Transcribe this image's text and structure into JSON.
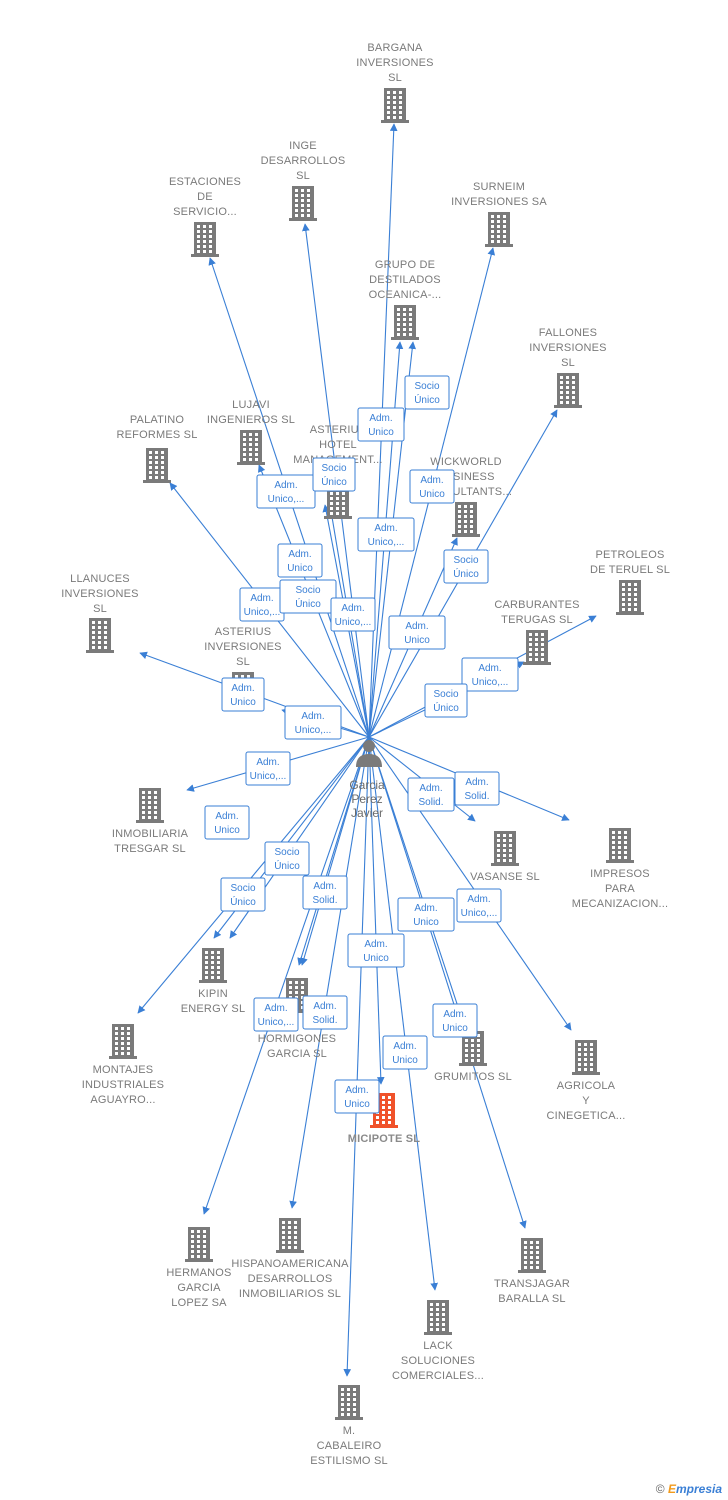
{
  "colors": {
    "edge": "#3a7fd5",
    "building": "#7a7a7a",
    "highlight": "#f0522a"
  },
  "person": {
    "name": [
      "Garcia",
      "Perez",
      "Javier"
    ],
    "icon": "person-icon"
  },
  "companies": [
    {
      "id": "bargana",
      "lines": [
        "BARGANA",
        "INVERSIONES",
        "SL"
      ]
    },
    {
      "id": "inge",
      "lines": [
        "INGE",
        "DESARROLLOS",
        "SL"
      ]
    },
    {
      "id": "estaciones",
      "lines": [
        "ESTACIONES",
        "DE",
        "SERVICIO..."
      ]
    },
    {
      "id": "surneim",
      "lines": [
        "SURNEIM",
        "INVERSIONES SA"
      ]
    },
    {
      "id": "grupo",
      "lines": [
        "GRUPO DE",
        "DESTILADOS",
        "OCEANICA-..."
      ]
    },
    {
      "id": "fallones",
      "lines": [
        "FALLONES",
        "INVERSIONES",
        "SL"
      ]
    },
    {
      "id": "lujavi",
      "lines": [
        "LUJAVI",
        "INGENIEROS SL"
      ]
    },
    {
      "id": "palatino",
      "lines": [
        "PALATINO",
        "REFORMES  SL"
      ]
    },
    {
      "id": "asterius_hotel",
      "lines": [
        "ASTERIUS",
        "HOTEL",
        "MANAGEMENT..."
      ]
    },
    {
      "id": "wickworld",
      "lines": [
        "WICKWORLD",
        "BUSINESS",
        "CONSULTANTS..."
      ]
    },
    {
      "id": "petroleos",
      "lines": [
        "PETROLEOS",
        "DE TERUEL  SL"
      ]
    },
    {
      "id": "carburantes",
      "lines": [
        "CARBURANTES",
        "TERUGAS  SL"
      ]
    },
    {
      "id": "llanuces",
      "lines": [
        "LLANUCES",
        "INVERSIONES",
        "SL"
      ]
    },
    {
      "id": "asterius_inv",
      "lines": [
        "ASTERIUS",
        "INVERSIONES",
        "SL"
      ]
    },
    {
      "id": "inmobiliaria",
      "lines": [
        "INMOBILIARIA",
        "TRESGAR SL"
      ]
    },
    {
      "id": "vasanse",
      "lines": [
        "VASANSE SL"
      ]
    },
    {
      "id": "impresos",
      "lines": [
        "IMPRESOS",
        "PARA",
        "MECANIZACION..."
      ]
    },
    {
      "id": "kipin",
      "lines": [
        "KIPIN",
        "ENERGY  SL"
      ]
    },
    {
      "id": "hormigones",
      "lines": [
        "HORMIGONES",
        "GARCIA SL"
      ]
    },
    {
      "id": "montajes",
      "lines": [
        "MONTAJES",
        "INDUSTRIALES",
        "AGUAYRO..."
      ]
    },
    {
      "id": "grumitos",
      "lines": [
        "GRUMITOS  SL"
      ]
    },
    {
      "id": "agricola",
      "lines": [
        "AGRICOLA",
        "Y",
        "CINEGETICA..."
      ]
    },
    {
      "id": "micipote",
      "lines": [
        "MICIPOTE  SL"
      ],
      "main": true
    },
    {
      "id": "hermanos",
      "lines": [
        "HERMANOS",
        "GARCIA",
        "LOPEZ SA"
      ]
    },
    {
      "id": "hispano",
      "lines": [
        "HISPANOAMERICANA",
        "DESARROLLOS",
        "INMOBILIARIOS SL"
      ]
    },
    {
      "id": "transjagar",
      "lines": [
        "TRANSJAGAR",
        "BARALLA SL"
      ]
    },
    {
      "id": "lack",
      "lines": [
        "LACK",
        "SOLUCIONES",
        "COMERCIALES..."
      ]
    },
    {
      "id": "cabaleiro",
      "lines": [
        "M.",
        "CABALEIRO",
        "ESTILISMO  SL"
      ]
    }
  ],
  "relations": [
    {
      "lines": [
        "Adm.",
        "Unico"
      ]
    },
    {
      "lines": [
        "Socio",
        "Único"
      ]
    },
    {
      "lines": [
        "Adm.",
        "Unico,..."
      ]
    },
    {
      "lines": [
        "Socio",
        "Único"
      ]
    },
    {
      "lines": [
        "Adm.",
        "Unico"
      ]
    },
    {
      "lines": [
        "Adm.",
        "Unico,..."
      ]
    },
    {
      "lines": [
        "Socio",
        "Único"
      ]
    },
    {
      "lines": [
        "Adm.",
        "Unico"
      ]
    },
    {
      "lines": [
        "Adm.",
        "Unico,..."
      ]
    },
    {
      "lines": [
        "Socio",
        "Único"
      ]
    },
    {
      "lines": [
        "Adm.",
        "Unico,..."
      ]
    },
    {
      "lines": [
        "Adm.",
        "Unico"
      ]
    },
    {
      "lines": [
        "Adm.",
        "Unico,..."
      ]
    },
    {
      "lines": [
        "Adm.",
        "Unico,..."
      ]
    },
    {
      "lines": [
        "Socio",
        "Único"
      ]
    },
    {
      "lines": [
        "Adm.",
        "Unico"
      ]
    },
    {
      "lines": [
        "Adm.",
        "Unico,..."
      ]
    },
    {
      "lines": [
        "Adm.",
        "Solid."
      ]
    },
    {
      "lines": [
        "Adm.",
        "Solid."
      ]
    },
    {
      "lines": [
        "Adm.",
        "Unico"
      ]
    },
    {
      "lines": [
        "Socio",
        "Único"
      ]
    },
    {
      "lines": [
        "Socio",
        "Único"
      ]
    },
    {
      "lines": [
        "Adm.",
        "Solid."
      ]
    },
    {
      "lines": [
        "Adm.",
        "Unico"
      ]
    },
    {
      "lines": [
        "Adm.",
        "Unico,..."
      ]
    },
    {
      "lines": [
        "Adm.",
        "Unico"
      ]
    },
    {
      "lines": [
        "Adm.",
        "Unico,..."
      ]
    },
    {
      "lines": [
        "Adm.",
        "Solid."
      ]
    },
    {
      "lines": [
        "Adm.",
        "Unico"
      ]
    },
    {
      "lines": [
        "Adm.",
        "Unico"
      ]
    },
    {
      "lines": [
        "Adm.",
        "Unico"
      ]
    },
    {
      "lines": [
        "Socio",
        "Único"
      ]
    }
  ],
  "footer": {
    "copyright": "©",
    "brand_first": "E",
    "brand_rest": "mpresia"
  }
}
